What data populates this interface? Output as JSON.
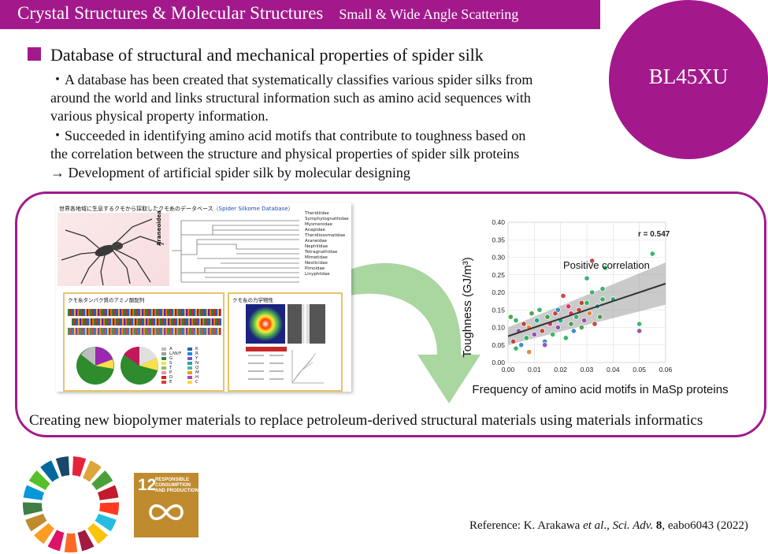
{
  "header": {
    "title": "Crystal Structures & Molecular Structures",
    "subtitle": "Small & Wide Angle Scattering",
    "bg_color": "#a3198c"
  },
  "beamline": {
    "label": "BL45XU",
    "color": "#a3198c"
  },
  "main": {
    "heading": "Database of structural and mechanical properties of spider silk",
    "lines": [
      "・A database has been created that systematically classifies various spider silks from",
      "around the world and links structural information such as amino acid sequences with",
      "various physical property information.",
      "・Succeeded in identifying amino acid motifs that contribute to toughness based on",
      "the correlation between the structure and physical properties of spider silk proteins",
      "→ Development of artificial spider silk by molecular designing"
    ]
  },
  "database_figure": {
    "title_jp": "世界各地域に生息するクモから採取したクモ糸のデータベース",
    "title_link": "（Spider Silkome Database）",
    "families": [
      "Theridiidae",
      "Symphytognathidae",
      "Mysmenidae",
      "Anapidae",
      "Theridiosomatidae",
      "Araneidae",
      "Nephilidae",
      "Tetragnathidae",
      "Mimetidae",
      "Nesticidae",
      "Pimoidae",
      "Linyphiidae"
    ],
    "clade_label": "Araneoidea",
    "seq_title": "クモ糸タンパク質のアミノ酸配列",
    "prop_title": "クモ糸の力学物性",
    "legend_left": [
      "A",
      "L/W/F",
      "G",
      "S",
      "T",
      "P",
      "D",
      "E"
    ],
    "legend_right": [
      "K",
      "R",
      "Y",
      "N",
      "Q",
      "M",
      "H",
      "C"
    ]
  },
  "frame_caption": "Creating new biopolymer materials to replace petroleum-derived structural materials using materials informatics",
  "chart_data": {
    "type": "scatter",
    "xlabel": "Frequency of amino acid motifs in MaSp proteins",
    "ylabel": "Toughness (GJ/m³)",
    "xlim": [
      0,
      0.06
    ],
    "ylim": [
      0,
      0.4
    ],
    "xticks": [
      "0.00",
      "0.01",
      "0.02",
      "0.03",
      "0.04",
      "0.05",
      "0.06"
    ],
    "yticks": [
      "0.00",
      "0.05",
      "0.10",
      "0.15",
      "0.20",
      "0.25",
      "0.30",
      "0.35",
      "0.40"
    ],
    "annotation_r": "r = 0.547",
    "annotation_corr": "Positive correlation",
    "trend": [
      [
        0,
        0.075
      ],
      [
        0.06,
        0.225
      ]
    ],
    "points": [
      [
        0.001,
        0.13,
        "#3b9c3b"
      ],
      [
        0.002,
        0.06,
        "#c0392b"
      ],
      [
        0.003,
        0.12,
        "#27ae60"
      ],
      [
        0.004,
        0.09,
        "#8e44ad"
      ],
      [
        0.005,
        0.05,
        "#2e86c1"
      ],
      [
        0.006,
        0.11,
        "#c0392b"
      ],
      [
        0.007,
        0.07,
        "#27ae60"
      ],
      [
        0.008,
        0.1,
        "#e67e22"
      ],
      [
        0.009,
        0.14,
        "#3b9c3b"
      ],
      [
        0.01,
        0.08,
        "#8e44ad"
      ],
      [
        0.011,
        0.12,
        "#16a085"
      ],
      [
        0.012,
        0.15,
        "#27ae60"
      ],
      [
        0.013,
        0.09,
        "#c0392b"
      ],
      [
        0.014,
        0.06,
        "#2e86c1"
      ],
      [
        0.015,
        0.13,
        "#3b9c3b"
      ],
      [
        0.016,
        0.11,
        "#e91e63"
      ],
      [
        0.017,
        0.08,
        "#27ae60"
      ],
      [
        0.018,
        0.14,
        "#c0392b"
      ],
      [
        0.019,
        0.1,
        "#8e44ad"
      ],
      [
        0.02,
        0.12,
        "#16a085"
      ],
      [
        0.021,
        0.19,
        "#c0392b"
      ],
      [
        0.022,
        0.07,
        "#27ae60"
      ],
      [
        0.023,
        0.16,
        "#e91e63"
      ],
      [
        0.024,
        0.11,
        "#3b9c3b"
      ],
      [
        0.025,
        0.09,
        "#2e86c1"
      ],
      [
        0.026,
        0.13,
        "#27ae60"
      ],
      [
        0.027,
        0.15,
        "#c0392b"
      ],
      [
        0.028,
        0.1,
        "#3b9c3b"
      ],
      [
        0.029,
        0.12,
        "#8e44ad"
      ],
      [
        0.03,
        0.17,
        "#27ae60"
      ],
      [
        0.031,
        0.14,
        "#e67e22"
      ],
      [
        0.032,
        0.2,
        "#27ae60"
      ],
      [
        0.033,
        0.11,
        "#c0392b"
      ],
      [
        0.034,
        0.16,
        "#16a085"
      ],
      [
        0.035,
        0.13,
        "#3b9c3b"
      ],
      [
        0.036,
        0.18,
        "#27ae60"
      ],
      [
        0.032,
        0.29,
        "#c0392b"
      ],
      [
        0.036,
        0.21,
        "#27ae60"
      ],
      [
        0.03,
        0.24,
        "#27ae60"
      ],
      [
        0.037,
        0.27,
        "#27ae60"
      ],
      [
        0.04,
        0.18,
        "#16a085"
      ],
      [
        0.05,
        0.11,
        "#27ae60"
      ],
      [
        0.05,
        0.09,
        "#8e44ad"
      ],
      [
        0.055,
        0.31,
        "#27ae60"
      ],
      [
        0.003,
        0.04,
        "#27ae60"
      ],
      [
        0.014,
        0.05,
        "#8e44ad"
      ],
      [
        0.008,
        0.03,
        "#e67e22"
      ],
      [
        0.019,
        0.15,
        "#2e86c1"
      ],
      [
        0.024,
        0.14,
        "#e91e63"
      ],
      [
        0.028,
        0.17,
        "#c0392b"
      ]
    ]
  },
  "sdg": {
    "number": "12",
    "text": "RESPONSIBLE CONSUMPTION AND PRODUCTION",
    "color": "#bf8b2e"
  },
  "reference": {
    "prefix": "Reference: K. Arakawa ",
    "etal": "et al",
    "mid": "., ",
    "journal": "Sci. Adv.",
    "vol": " 8",
    "rest": ", eabo6043 (2022)"
  }
}
